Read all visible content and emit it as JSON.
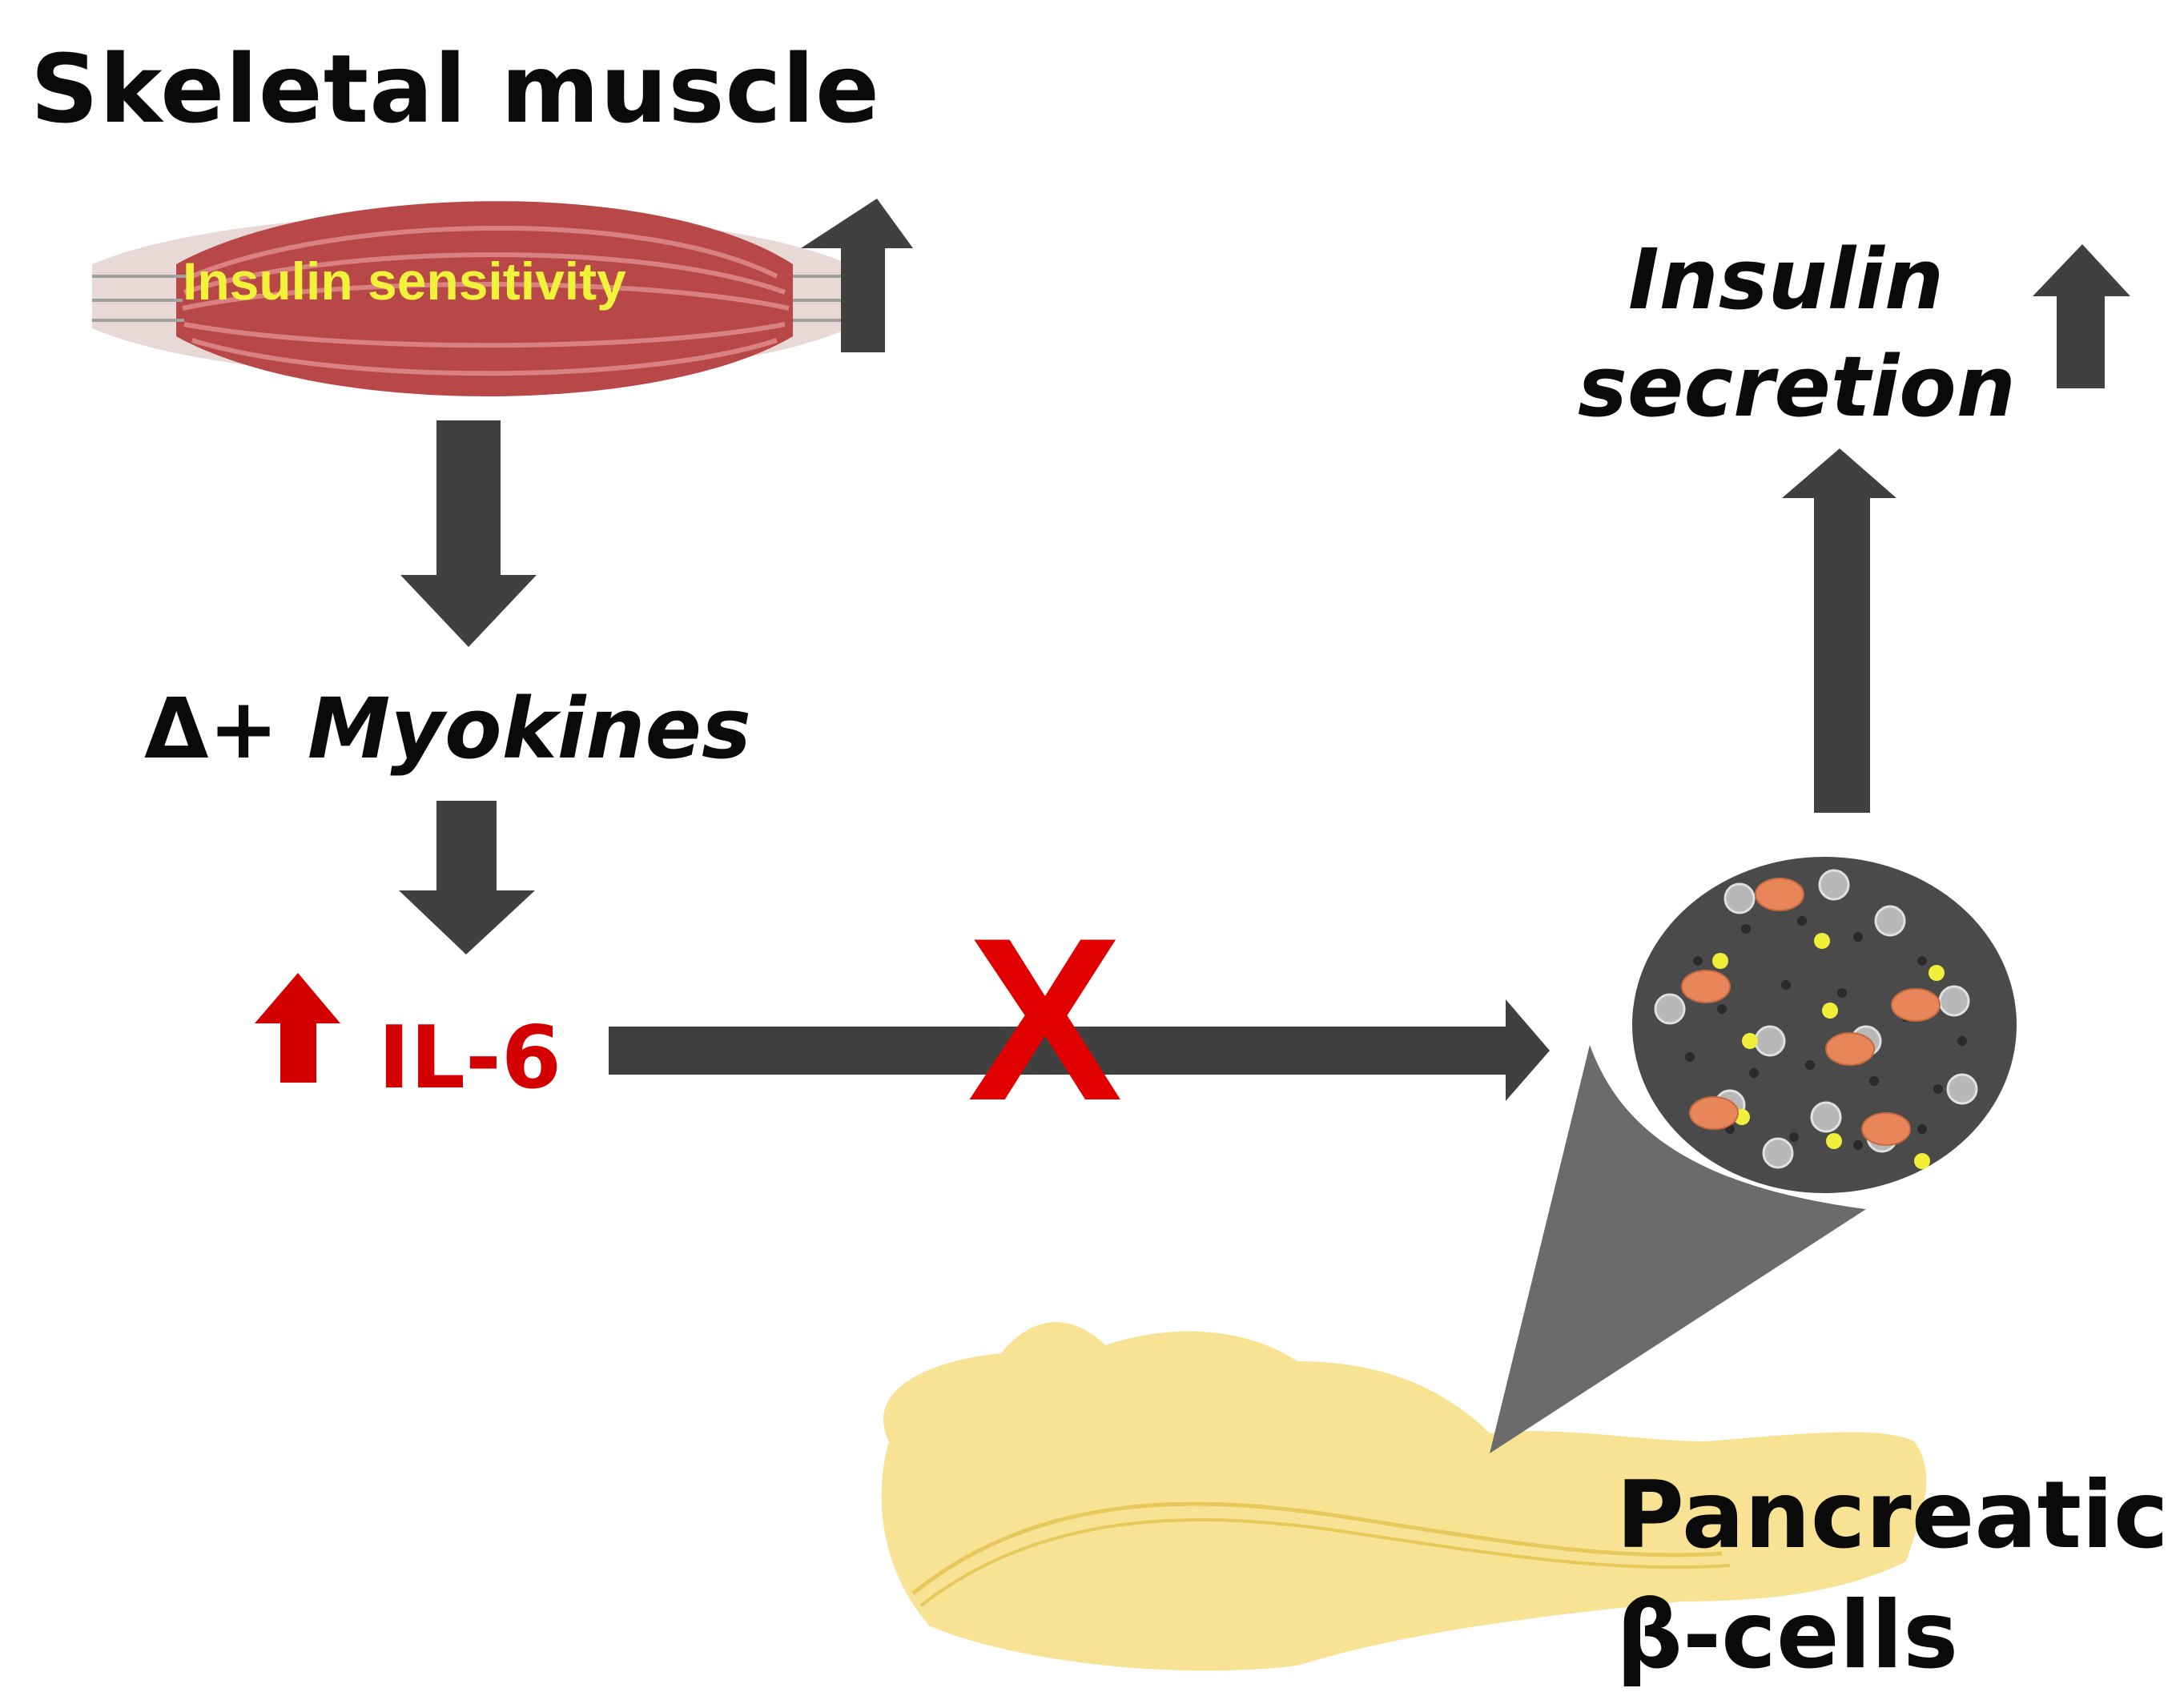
{
  "title": "Skeletal muscle",
  "muscle_label": "Insulin sensitivity",
  "insulin_secretion": [
    "Insulin",
    "secretion"
  ],
  "myokines": {
    "delta": "Δ+",
    "word": "Myokines"
  },
  "il6": "IL-6",
  "blocked_mark": "X",
  "pancreatic": [
    "Pancreatic",
    "β-cells"
  ],
  "colors": {
    "arrow": "#404040",
    "red": "#d40000",
    "muscle_text": "#f2f23a",
    "pancreas": "#f7e08a",
    "islet": "#4a4a4a",
    "funnel": "#6b6b6b"
  }
}
